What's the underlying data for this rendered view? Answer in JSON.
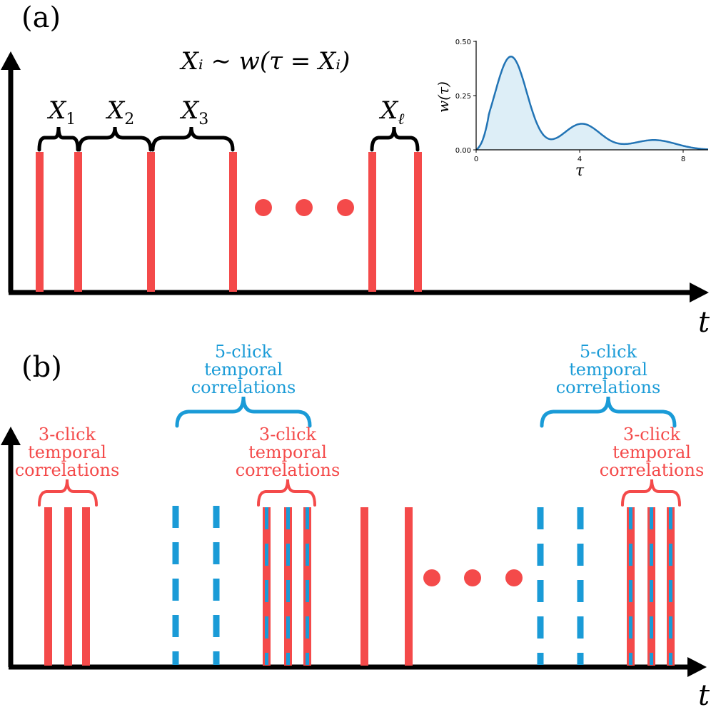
{
  "colors": {
    "red": "#f44a4a",
    "blue": "#1a9bd7",
    "axis": "#000000",
    "inset_line": "#2274b5",
    "inset_fill": "#ddeef7"
  },
  "panel_a": {
    "label": "(a)",
    "equation": "Xᵢ ∼ w(τ = Xᵢ)",
    "t_label": "t",
    "gaps": [
      {
        "var": "X",
        "sub": "1"
      },
      {
        "var": "X",
        "sub": "2"
      },
      {
        "var": "X",
        "sub": "3"
      },
      {
        "var": "X",
        "sub": "ℓ"
      }
    ],
    "inset": {
      "ylabel": "w(τ)",
      "xlabel": "τ",
      "yticks": [
        "0.50",
        "0.25",
        "0.00"
      ],
      "xticks": [
        "0",
        "4",
        "8"
      ],
      "ylim": [
        0,
        0.5
      ],
      "xlim": [
        0,
        9
      ],
      "peaks": [
        {
          "tau": 1.35,
          "w": 0.43
        },
        {
          "tau": 4.1,
          "w": 0.12
        },
        {
          "tau": 6.9,
          "w": 0.045
        }
      ]
    }
  },
  "panel_b": {
    "label": "(b)",
    "t_label": "t",
    "blue_group_label": [
      "5-click",
      "temporal",
      "correlations"
    ],
    "red_group_label": [
      "3-click",
      "temporal",
      "correlations"
    ]
  }
}
